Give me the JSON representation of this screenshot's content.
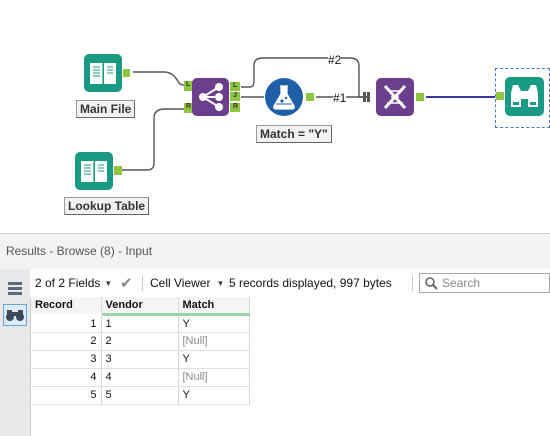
{
  "workflow": {
    "tools": [
      {
        "id": "main_file",
        "label": "Main File",
        "icon": "input-book-icon"
      },
      {
        "id": "lookup_table",
        "label": "Lookup Table",
        "icon": "input-book-icon"
      },
      {
        "id": "join",
        "icon": "join-icon",
        "anchors": {
          "left": "L",
          "right": "R",
          "out_left": "L",
          "out_join": "J",
          "out_right": "R"
        }
      },
      {
        "id": "formula",
        "label": "Match = \"Y\"",
        "icon": "formula-flask-icon"
      },
      {
        "id": "union",
        "icon": "dna-union-icon"
      },
      {
        "id": "browse",
        "icon": "binoculars-browse-icon"
      }
    ],
    "connection_labels": [
      "#2",
      "#1"
    ]
  },
  "results": {
    "title": "Results - Browse (8) - Input",
    "fields_label": "2 of 2 Fields",
    "viewer_label": "Cell Viewer",
    "status_text": "5 records displayed, 997 bytes",
    "search_placeholder": "Search",
    "columns": [
      "Record",
      "Vendor",
      "Match"
    ],
    "rows": [
      {
        "record": "1",
        "vendor": "1",
        "match": "Y"
      },
      {
        "record": "2",
        "vendor": "2",
        "match": "[Null]"
      },
      {
        "record": "3",
        "vendor": "3",
        "match": "Y"
      },
      {
        "record": "4",
        "vendor": "4",
        "match": "[Null]"
      },
      {
        "record": "5",
        "vendor": "5",
        "match": "Y"
      }
    ]
  },
  "colors": {
    "teal": "#1b9a83",
    "purple": "#6b3f8c",
    "blue": "#1f5fa8",
    "connector_green": "#8ec63f",
    "line_blue": "#3b36a6"
  }
}
